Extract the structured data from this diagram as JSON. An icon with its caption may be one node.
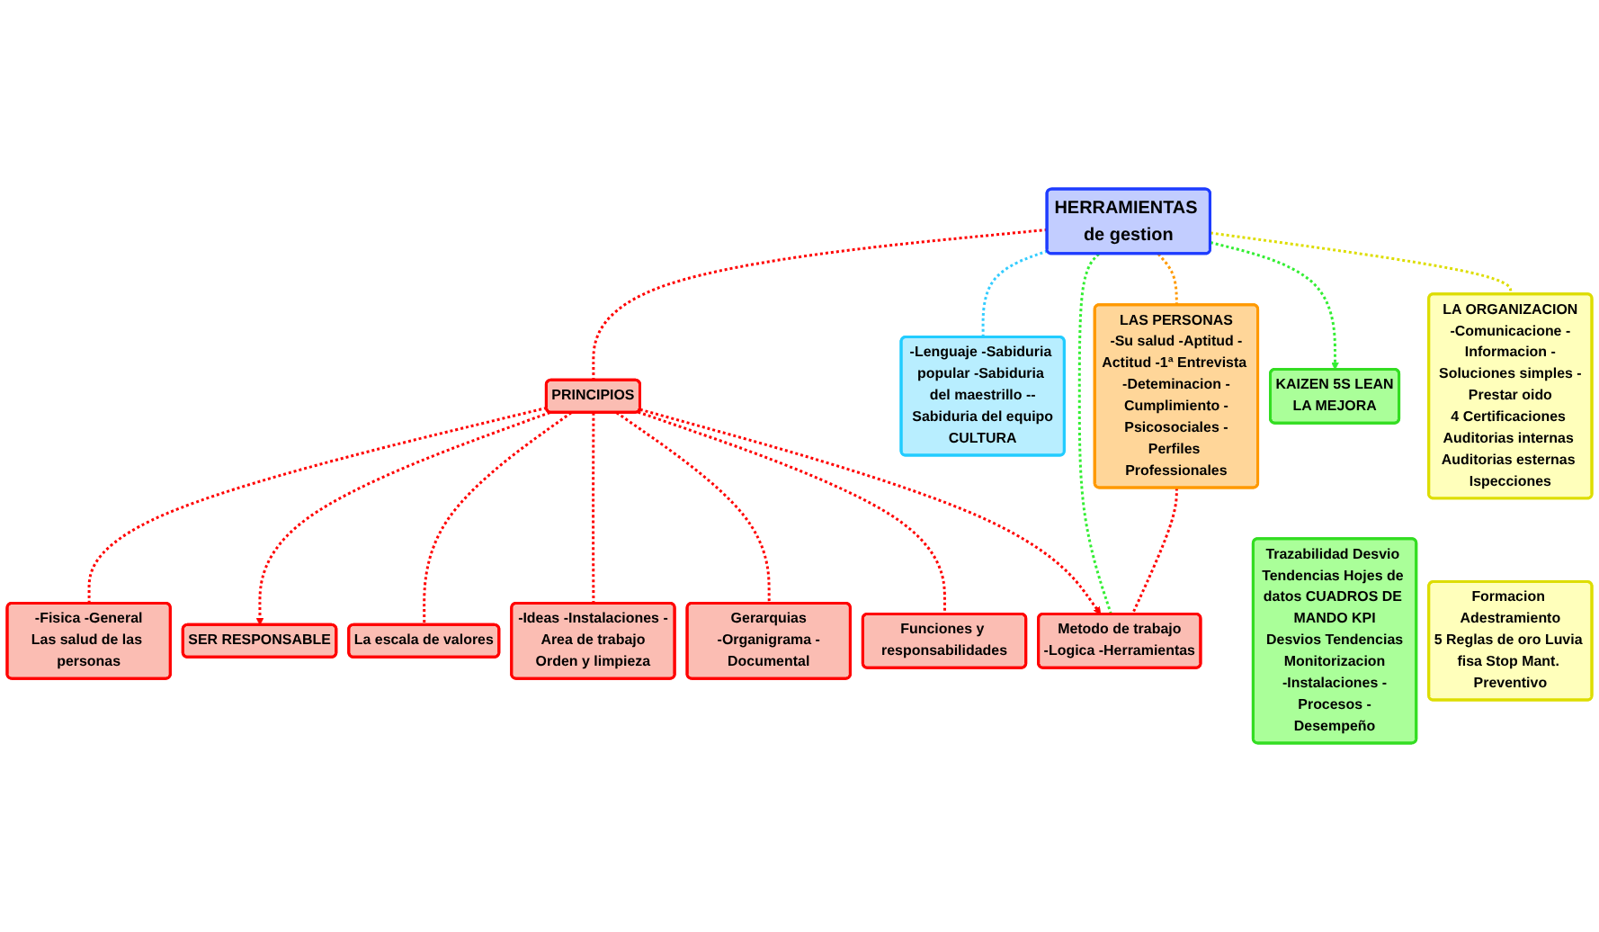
{
  "diagram": {
    "nodes": [
      {
        "text": [
          "HERRAMIENTAS de gestion"
        ]
      },
      {
        "text": [
          "PRINCIPIOS"
        ]
      },
      {
        "text": [
          "-Fisica -General",
          "Las salud de las personas"
        ]
      },
      {
        "text": [
          "SER RESPONSABLE"
        ]
      },
      {
        "text": [
          "La escala de valores"
        ]
      },
      {
        "text": [
          "-Ideas -Instalaciones -Area de trabajo",
          "Orden y limpieza"
        ]
      },
      {
        "text": [
          "Gerarquias",
          "-Organigrama -Documental"
        ]
      },
      {
        "text": [
          "Funciones y responsabilidades"
        ]
      },
      {
        "text": [
          "Metodo de trabajo",
          "-Logica -Herramientas"
        ]
      },
      {
        "text": [
          "-Lenguaje -Sabiduria popular -Sabiduria del maestrillo --Sabiduria del equipo",
          "CULTURA"
        ]
      },
      {
        "text": [
          "KAIZEN 5S LEAN",
          "LA MEJORA"
        ]
      },
      {
        "text": [
          "Trazabilidad Desvio Tendencias Hojes de datos CUADROS DE MANDO KPI",
          "Desvios Tendencias",
          "Monitorizacion",
          "-Instalaciones -Procesos -Desempeño"
        ]
      },
      {
        "text": [
          "LA ORGANIZACION",
          "-Comunicacione -Informacion -Soluciones simples -Prestar oido",
          "4 Certificaciones Auditorias internas Auditorias esternas Ispecciones"
        ]
      },
      {
        "text": [
          "Formacion Adestramiento",
          "5 Reglas de oro Luvia fisa Stop Mant. Preventivo"
        ]
      },
      {
        "text": [
          "LAS PERSONAS",
          "-Su salud -Aptitud -Actitud -1ª Entrevista -Deteminacion -Cumplimiento -Psicosociales -Perfiles Professionales"
        ]
      }
    ],
    "edges": [
      {
        "from": 0,
        "to": 1,
        "arrow": "none",
        "style": "dashed"
      },
      {
        "from": 1,
        "to": 2,
        "arrow": "none",
        "style": "dashed"
      },
      {
        "from": 1,
        "to": 3,
        "arrow": "to",
        "style": "dashed"
      },
      {
        "from": 1,
        "to": 4,
        "arrow": "none",
        "style": "dashed"
      },
      {
        "from": 1,
        "to": 5,
        "arrow": "none",
        "style": "dashed"
      },
      {
        "from": 1,
        "to": 6,
        "arrow": "none",
        "style": "dashed"
      },
      {
        "from": 1,
        "to": 7,
        "arrow": "none",
        "style": "dashed"
      },
      {
        "from": 1,
        "to": 8,
        "arrow": "to",
        "style": "dashed"
      },
      {
        "from": 0,
        "to": 9,
        "arrow": "none",
        "style": "dashed",
        "color": "#33ccff"
      },
      {
        "from": 0,
        "to": 10,
        "arrow": "to",
        "style": "dashed",
        "color": "#33ee33"
      },
      {
        "from": 0,
        "to": 8,
        "arrow": "none",
        "style": "dashed",
        "color": "#33ee33"
      },
      {
        "from": 0,
        "to": 12,
        "arrow": "none",
        "style": "dashed",
        "color": "#dddd00"
      },
      {
        "from": 0,
        "to": 14,
        "arrow": "none",
        "style": "dashed",
        "color": "#ff9900"
      },
      {
        "from": 14,
        "to": 8,
        "arrow": "none",
        "style": "dashed"
      }
    ]
  }
}
